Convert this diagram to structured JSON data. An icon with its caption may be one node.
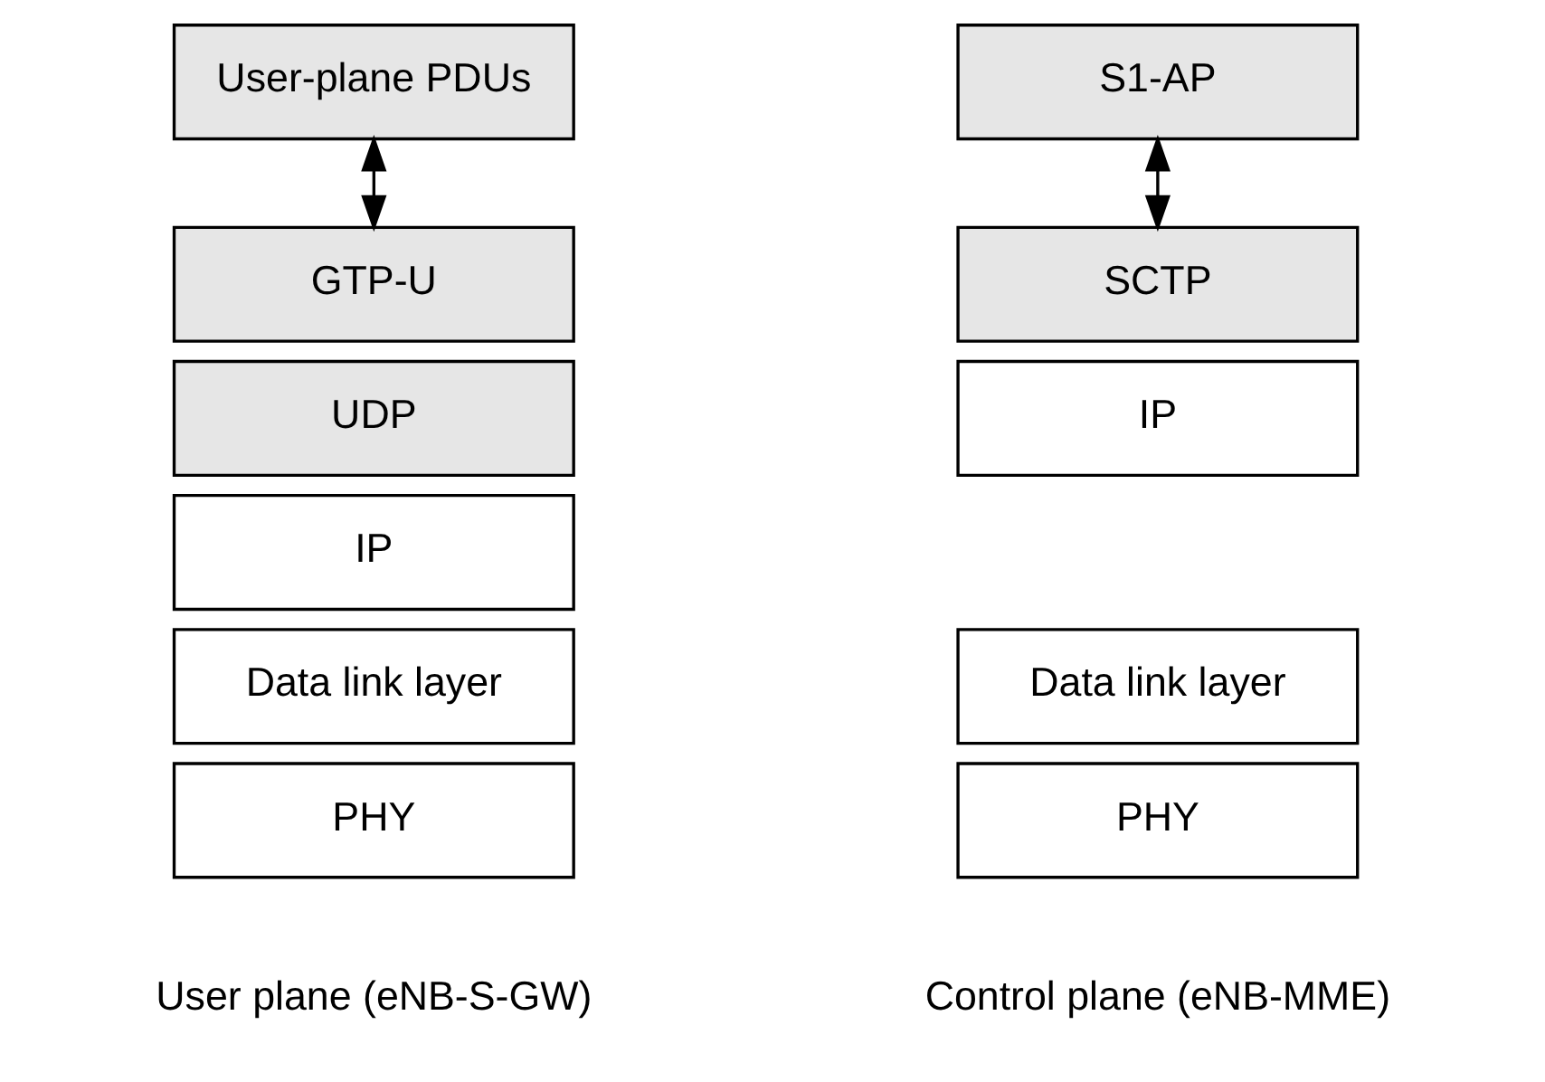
{
  "diagram": {
    "nodes": [
      {
        "text": [
          "User-plane PDUs"
        ]
      },
      {
        "text": [
          "GTP-U"
        ]
      },
      {
        "text": [
          "UDP"
        ]
      },
      {
        "text": [
          "IP"
        ]
      },
      {
        "text": [
          "Data link layer"
        ]
      },
      {
        "text": [
          "PHY"
        ]
      },
      {
        "text": [
          "S1-AP"
        ]
      },
      {
        "text": [
          "SCTP"
        ]
      },
      {
        "text": [
          "IP"
        ]
      },
      {
        "text": [
          "Data link layer"
        ]
      },
      {
        "text": [
          "PHY"
        ]
      }
    ],
    "edges": [
      {
        "from": 0,
        "to": 1,
        "arrow": "both"
      },
      {
        "from": 6,
        "to": 7,
        "arrow": "both"
      }
    ],
    "labels": [
      "User plane (eNB-S-GW)",
      "Control plane (eNB-MME)"
    ]
  }
}
